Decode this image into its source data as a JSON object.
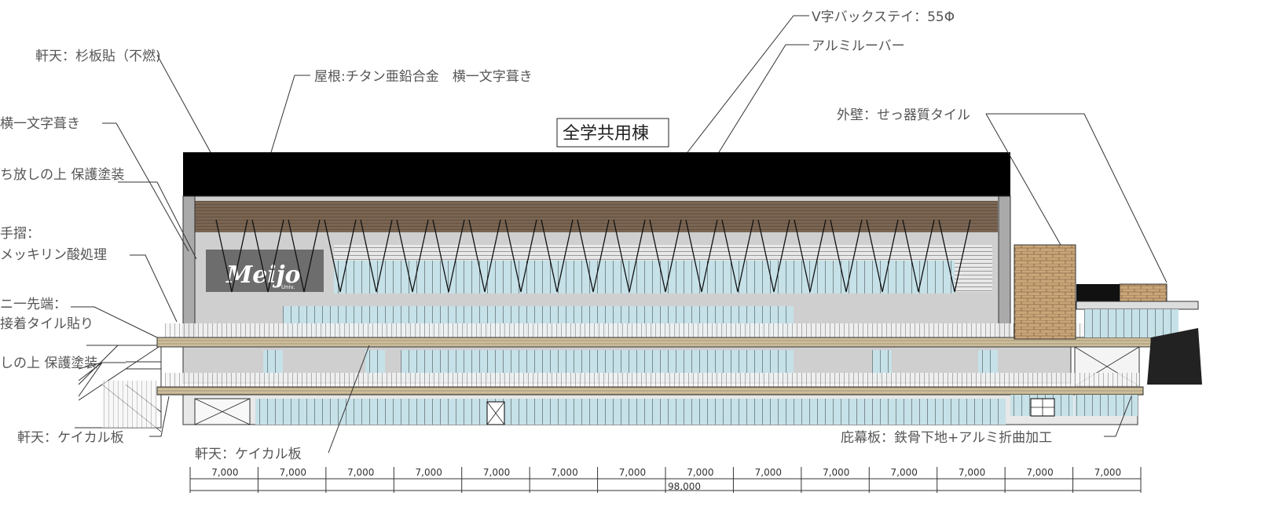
{
  "building_title": "全学共用棟",
  "logo_text": "Meijo",
  "logo_sub": "Univ.",
  "labels": {
    "roof": "屋根:チタン亜鉛合金　横一文字葺き",
    "eaves_top": "軒天：杉板貼（不燃)",
    "v_stay": "V字バックステイ：55Φ",
    "louver": "アルミルーバー",
    "outer_wall": "外壁：せっ器質タイル",
    "left_roof": "横一文字葺き",
    "left_concrete": "ち放しの上 保護塗装",
    "handrail_1": "手摺：",
    "handrail_2": "メッキリン酸処理",
    "eave_tip_1": "ニ一先端：",
    "eave_tip_2": "接着タイル貼り",
    "left_concrete_2": "しの上 保護塗装",
    "eaves_lower_left": "軒天：ケイカル板",
    "eaves_lower_mid": "軒天：ケイカル板",
    "fascia": "庇幕板：鉄骨下地+アルミ折曲加工"
  },
  "dimensions": {
    "spans": [
      "7,000",
      "7,000",
      "7,000",
      "7,000",
      "7,000",
      "7,000",
      "7,000",
      "7,000",
      "7,000",
      "7,000",
      "7,000",
      "7,000",
      "7,000",
      "7,000"
    ],
    "total": "98,000"
  },
  "colors": {
    "roof": "#000000",
    "wood_soffit": "#6e5a48",
    "brick": "#c9a578",
    "slab": "#c8b896",
    "glass": "#bfdde6",
    "wall": "#c8c8c8"
  }
}
